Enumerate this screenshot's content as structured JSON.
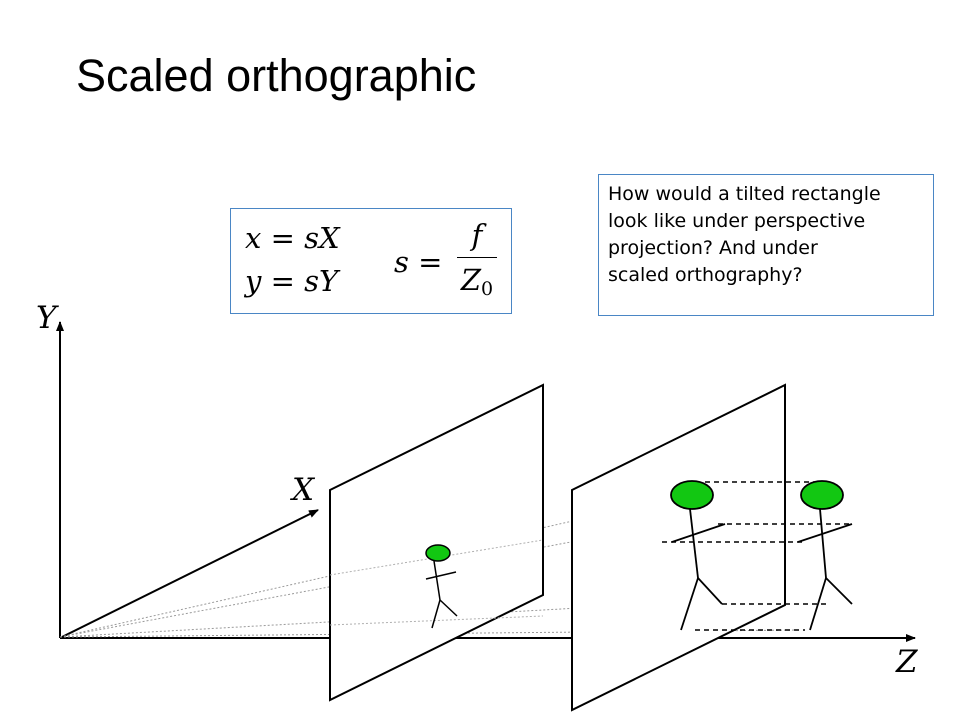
{
  "slide": {
    "title": "Scaled orthographic"
  },
  "equations": {
    "x_eq": "x = sX",
    "y_eq": "y = sY",
    "s_lhs": "s =",
    "s_num": "f",
    "s_den_base": "Z",
    "s_den_sub": "0"
  },
  "question": {
    "lines": [
      "How would a tilted rectangle",
      "look like under perspective",
      "projection? And under",
      "scaled orthography?"
    ]
  },
  "axes": {
    "y": "Y",
    "x": "X",
    "z": "Z"
  },
  "colors": {
    "head_fill": "#12c712",
    "box_border": "#4a86c5",
    "line": "#000000"
  }
}
